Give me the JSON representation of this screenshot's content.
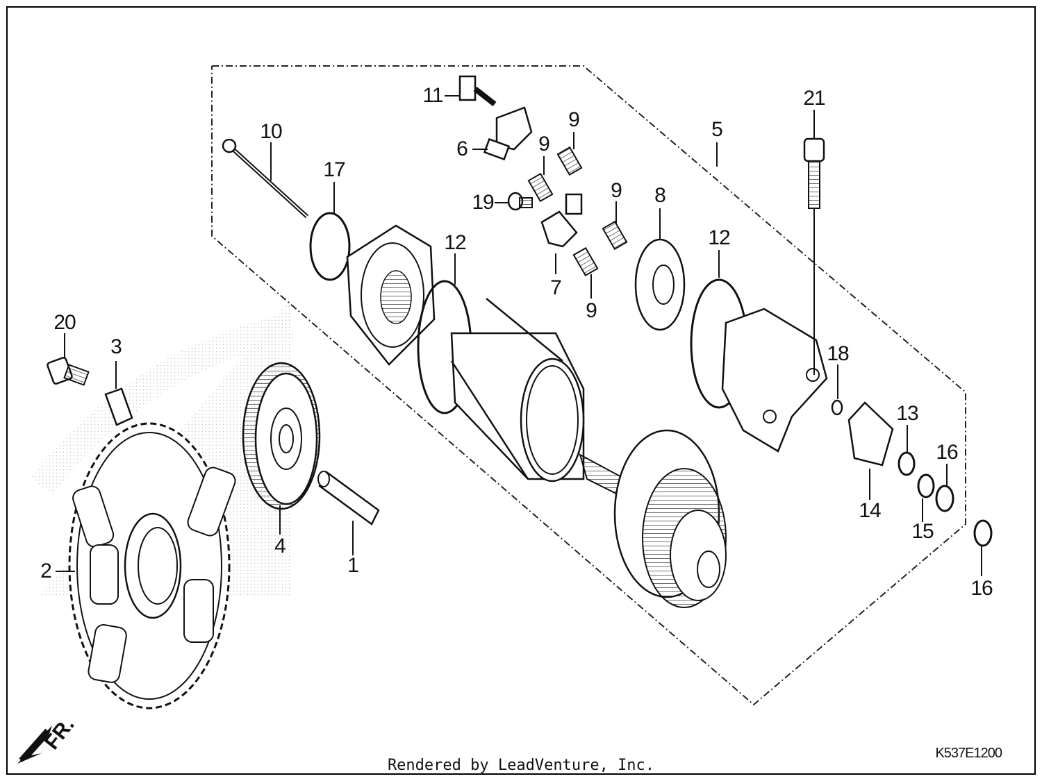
{
  "diagram": {
    "callouts": [
      {
        "id": "c1",
        "label": "1"
      },
      {
        "id": "c2",
        "label": "2"
      },
      {
        "id": "c3",
        "label": "3"
      },
      {
        "id": "c4",
        "label": "4"
      },
      {
        "id": "c5",
        "label": "5"
      },
      {
        "id": "c6",
        "label": "6"
      },
      {
        "id": "c7",
        "label": "7"
      },
      {
        "id": "c8",
        "label": "8"
      },
      {
        "id": "c9a",
        "label": "9"
      },
      {
        "id": "c9b",
        "label": "9"
      },
      {
        "id": "c9c",
        "label": "9"
      },
      {
        "id": "c9d",
        "label": "9"
      },
      {
        "id": "c10",
        "label": "10"
      },
      {
        "id": "c11",
        "label": "11"
      },
      {
        "id": "c12a",
        "label": "12"
      },
      {
        "id": "c12b",
        "label": "12"
      },
      {
        "id": "c13",
        "label": "13"
      },
      {
        "id": "c14",
        "label": "14"
      },
      {
        "id": "c15",
        "label": "15"
      },
      {
        "id": "c16a",
        "label": "16"
      },
      {
        "id": "c16b",
        "label": "16"
      },
      {
        "id": "c17",
        "label": "17"
      },
      {
        "id": "c18",
        "label": "18"
      },
      {
        "id": "c19",
        "label": "19"
      },
      {
        "id": "c20",
        "label": "20"
      },
      {
        "id": "c21",
        "label": "21"
      }
    ],
    "direction_label": "FR.",
    "drawing_code": "K537E1200",
    "footer_text": "Rendered by LeadVenture, Inc."
  }
}
